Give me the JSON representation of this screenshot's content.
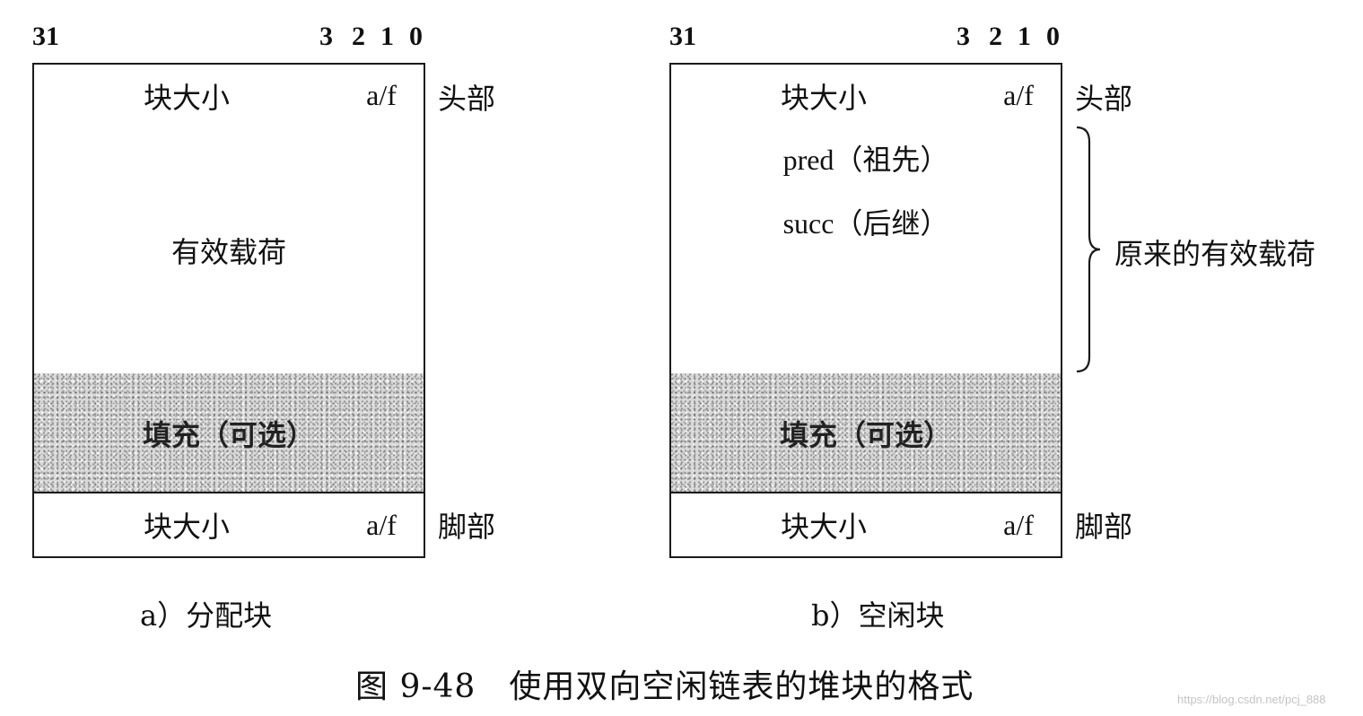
{
  "bit_labels": {
    "msb": "31",
    "b3": "3",
    "b2": "2",
    "b1": "1",
    "b0": "0"
  },
  "allocated_block": {
    "header": {
      "size": "块大小",
      "af": "a/f",
      "side_label": "头部"
    },
    "payload": "有效载荷",
    "padding": "填充（可选）",
    "footer": {
      "size": "块大小",
      "af": "a/f",
      "side_label": "脚部"
    },
    "caption": "a）分配块"
  },
  "free_block": {
    "header": {
      "size": "块大小",
      "af": "a/f",
      "side_label": "头部"
    },
    "pred": "pred（祖先）",
    "succ": "succ（后继）",
    "brace_label": "原来的有效载荷",
    "padding": "填充（可选）",
    "footer": {
      "size": "块大小",
      "af": "a/f",
      "side_label": "脚部"
    },
    "caption": "b）空闲块"
  },
  "figure_caption": "图 9-48　使用双向空闲链表的堆块的格式",
  "watermark": "https://blog.csdn.net/pcj_888",
  "colors": {
    "line": "#1a1a1a",
    "padding_fill": "#d9d9d9",
    "watermark": "#c4c4c4"
  }
}
